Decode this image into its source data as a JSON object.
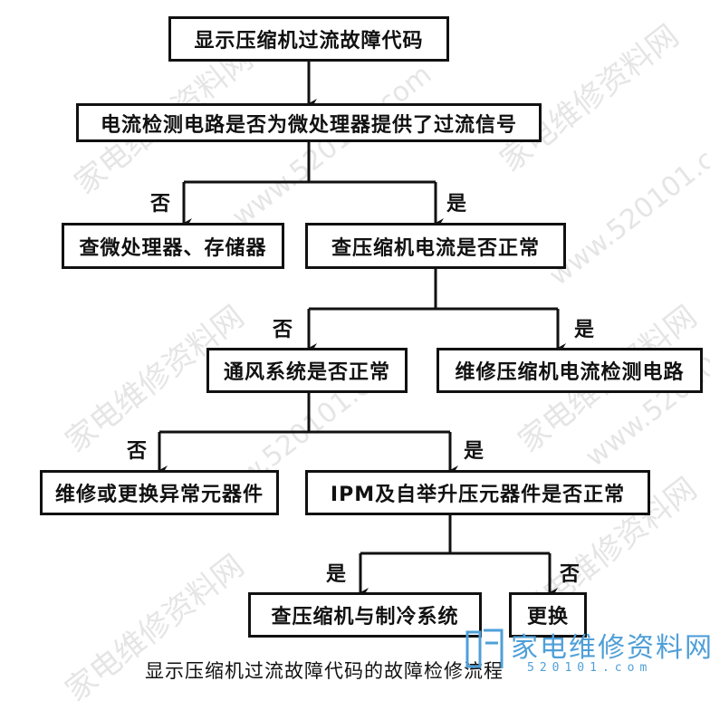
{
  "boxes": {
    "b1": "显示压缩机过流故障代码",
    "b2": "电流检测电路是否为微处理器提供了过流信号",
    "b3": "查微处理器、存储器",
    "b4": "查压缩机电流是否正常",
    "b5": "通风系统是否正常",
    "b6": "维修压缩机电流检测电路",
    "b7": "维修或更换异常元器件",
    "b8": "IPM及自举升压元器件是否正常",
    "b9": "查压缩机与制冷系统",
    "b10": "更换"
  },
  "labels": {
    "no": "否",
    "yes": "是"
  },
  "caption": "显示压缩机过流故障代码的故障检修流程",
  "watermark": {
    "text": "家电维修资料网",
    "url": "www.520101.com"
  },
  "logo": {
    "text": "家电维修资料网",
    "url": "520101.com"
  },
  "colors": {
    "line": "#111111",
    "logo": "#4f9fd8"
  }
}
